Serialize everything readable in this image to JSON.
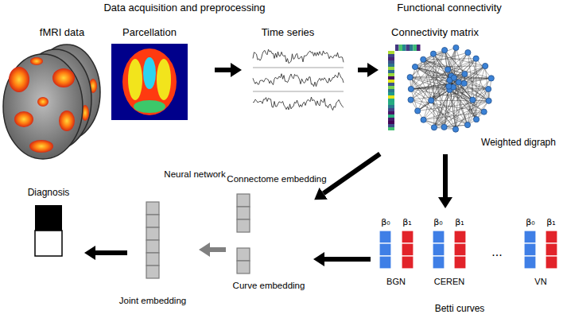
{
  "diagram": {
    "nodes": [
      {
        "text": [
          "fMRI data"
        ]
      },
      {
        "text": [
          "Parcellation"
        ]
      },
      {
        "text": [
          "Time series"
        ]
      },
      {
        "text": [
          "Connectivity matrix",
          "Weighted digraph"
        ]
      },
      {
        "text": [
          "Diagnosis"
        ]
      },
      {
        "text": [
          "Joint embedding"
        ]
      },
      {
        "text": [
          "Connectome embedding",
          "Curve embedding"
        ]
      },
      {
        "text": [
          "Betti curves"
        ]
      },
      {
        "text": [
          "β₀",
          "β₁",
          "BGN"
        ],
        "in": 7
      },
      {
        "text": [
          "β₀",
          "β₁",
          "CEREN"
        ],
        "in": 7
      },
      {
        "text": [
          "β₀",
          "β₁",
          "VN"
        ],
        "in": 7
      }
    ],
    "edges": [
      {
        "from": 1,
        "to": 2,
        "arrow": "to"
      },
      {
        "from": 2,
        "to": 3,
        "arrow": "to"
      },
      {
        "from": 3,
        "to": 6,
        "arrow": "to"
      },
      {
        "from": 3,
        "to": 7,
        "arrow": "to"
      },
      {
        "from": 7,
        "to": 6,
        "arrow": "to"
      },
      {
        "from": 6,
        "to": 5,
        "arrow": "to"
      },
      {
        "from": 5,
        "to": 4,
        "arrow": "to"
      }
    ],
    "labels": [
      "Data acquisition and preprocessing",
      "Functional connectivity",
      "Neural network",
      "..."
    ]
  }
}
